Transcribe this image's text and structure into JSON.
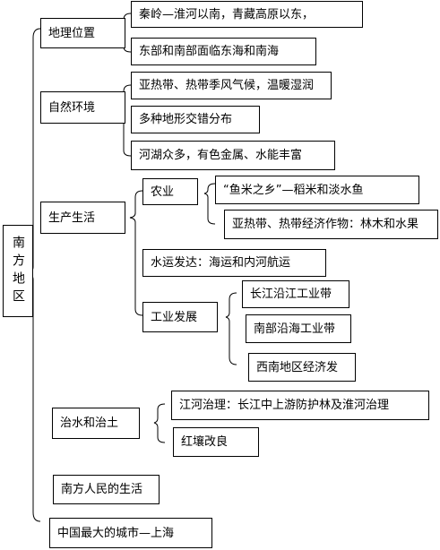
{
  "root": {
    "label": "南方地区"
  },
  "branches": {
    "location": {
      "label": "地理位置",
      "items": [
        "秦岭—淮河以南，青藏高原以东，",
        "东部和南部面临东海和南海"
      ]
    },
    "nature": {
      "label": "自然环境",
      "items": [
        "亚热带、热带季风气候，温暖湿润",
        "多种地形交错分布",
        "河湖众多，有色金属、水能丰富"
      ]
    },
    "production": {
      "label": "生产生活",
      "agriculture": {
        "label": "农业",
        "items": [
          "“鱼米之乡”—稻米和淡水鱼",
          "亚热带、热带经济作物：林木和水果"
        ]
      },
      "water_transport": "水运发达：海运和内河航运",
      "industry": {
        "label": "工业发展",
        "items": [
          "长江沿江工业带",
          "南部沿海工业带",
          "西南地区经济发"
        ]
      }
    },
    "governance": {
      "label": "治水和治土",
      "items": [
        "江河治理：长江中上游防护林及淮河治理",
        "红壤改良"
      ]
    },
    "people": {
      "label": "南方人民的生活"
    },
    "city": {
      "label": "中国最大的城市—上海"
    }
  }
}
